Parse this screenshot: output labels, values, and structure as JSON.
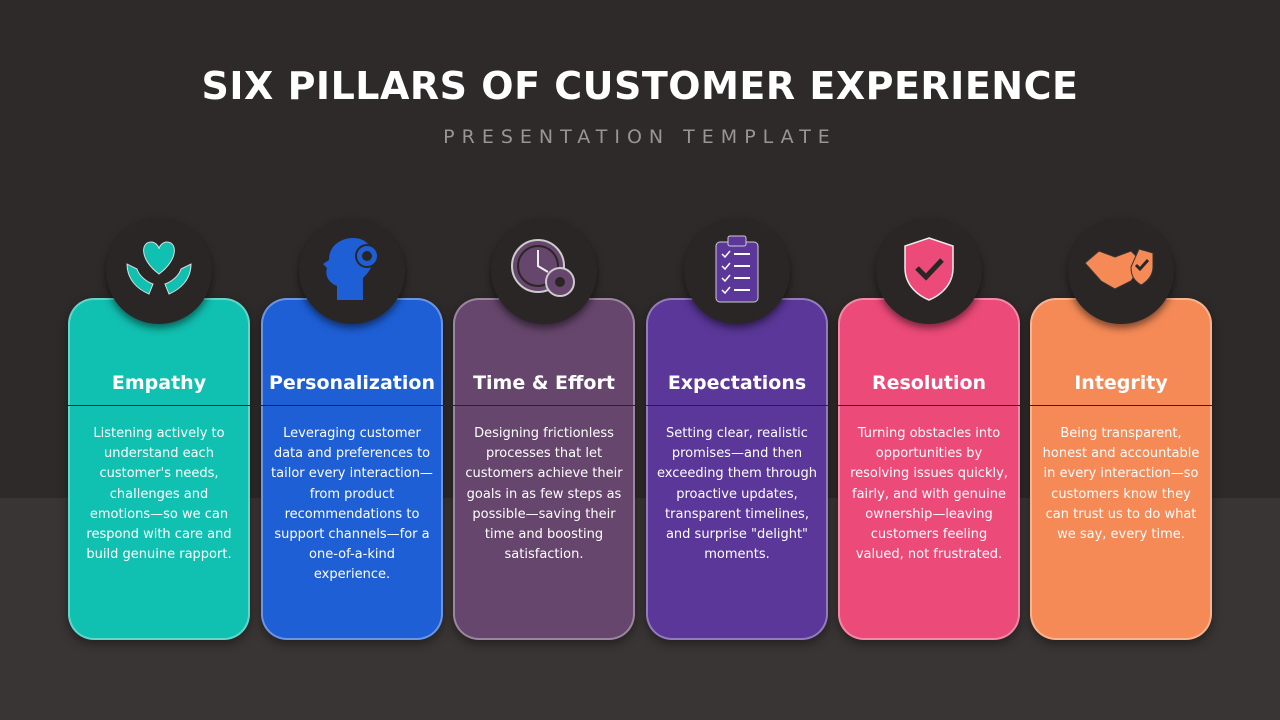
{
  "title": "SIX PILLARS OF CUSTOMER EXPERIENCE",
  "subtitle": "PRESENTATION TEMPLATE",
  "pillars": [
    {
      "title": "Empathy",
      "icon": "heart-hands-icon",
      "color": "#10c0b0",
      "desc": "Listening actively to understand each customer's needs, challenges and emotions—so we can respond with care and build genuine rapport."
    },
    {
      "title": "Personalization",
      "icon": "head-gear-icon",
      "color": "#1e5fd6",
      "desc": "Leveraging customer data and preferences to tailor every interaction—from product recommendations to support channels—for a one-of-a-kind experience."
    },
    {
      "title": "Time & Effort",
      "icon": "clock-gear-icon",
      "color": "#66466c",
      "desc": "Designing frictionless processes that let customers achieve their goals in as few steps as possible—saving their time and boosting satisfaction."
    },
    {
      "title": "Expectations",
      "icon": "clipboard-checklist-icon",
      "color": "#5a3798",
      "desc": "Setting clear, realistic promises—and then exceeding them through proactive updates, transparent timelines, and surprise \"delight\" moments."
    },
    {
      "title": "Resolution",
      "icon": "shield-check-icon",
      "color": "#ec4a78",
      "desc": "Turning obstacles into opportunities by resolving issues quickly, fairly, and with genuine ownership—leaving customers feeling valued, not frustrated."
    },
    {
      "title": "Integrity",
      "icon": "handshake-shield-icon",
      "color": "#f58a56",
      "desc": "Being transparent, honest and accountable in every interaction—so customers know they can trust us to do what we say, every time."
    }
  ]
}
